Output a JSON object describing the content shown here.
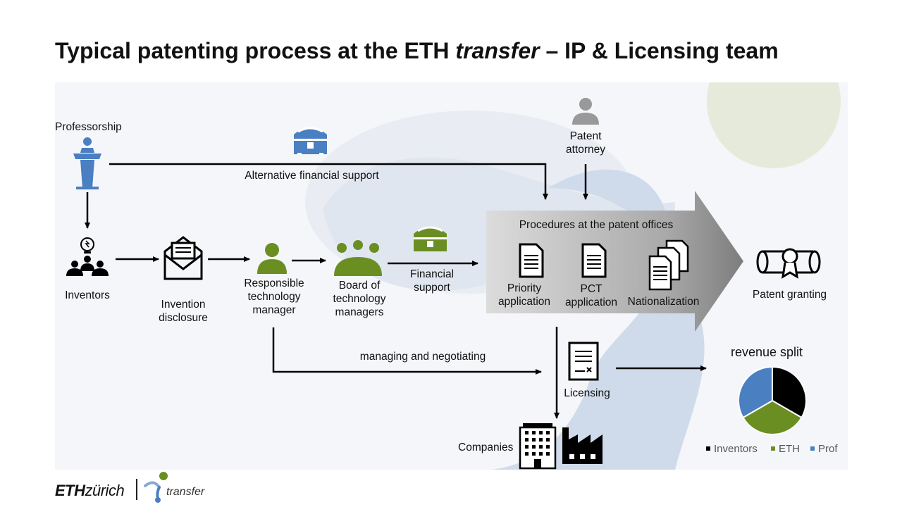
{
  "title": {
    "before": "Typical patenting process at the ETH ",
    "italic": "transfer",
    "after": " – IP & Licensing team"
  },
  "labels": {
    "professorship": "Professorship",
    "alternative_support": "Alternative financial support",
    "patent_attorney_1": "Patent",
    "patent_attorney_2": "attorney",
    "procedures": "Procedures at the patent offices",
    "inventors": "Inventors",
    "invention_disclosure_1": "Invention",
    "invention_disclosure_2": "disclosure",
    "responsible_manager_1": "Responsible",
    "responsible_manager_2": "technology",
    "responsible_manager_3": "manager",
    "board_1": "Board of",
    "board_2": "technology",
    "board_3": "managers",
    "financial_support_1": "Financial",
    "financial_support_2": "support",
    "priority_1": "Priority",
    "priority_2": "application",
    "pct_1": "PCT",
    "pct_2": "application",
    "nationalization": "Nationalization",
    "patent_granting": "Patent granting",
    "managing": "managing and negotiating",
    "licensing": "Licensing",
    "companies": "Companies",
    "revenue_split": "revenue split"
  },
  "footer": {
    "eth_bold": "ETH",
    "eth_rest": "zürich",
    "transfer": "transfer"
  },
  "chart_data": {
    "type": "pie",
    "title": "revenue split",
    "categories": [
      "Inventors",
      "ETH",
      "Prof"
    ],
    "values": [
      33.3,
      33.3,
      33.3
    ],
    "colors": [
      "#000000",
      "#6b8e23",
      "#4a7fc1"
    ],
    "legend_position": "bottom"
  },
  "colors": {
    "blue": "#4a7fc1",
    "green": "#6b8e23",
    "arrow_gray": "#9a9a9a",
    "panel_bg": "#f4f6f9"
  }
}
